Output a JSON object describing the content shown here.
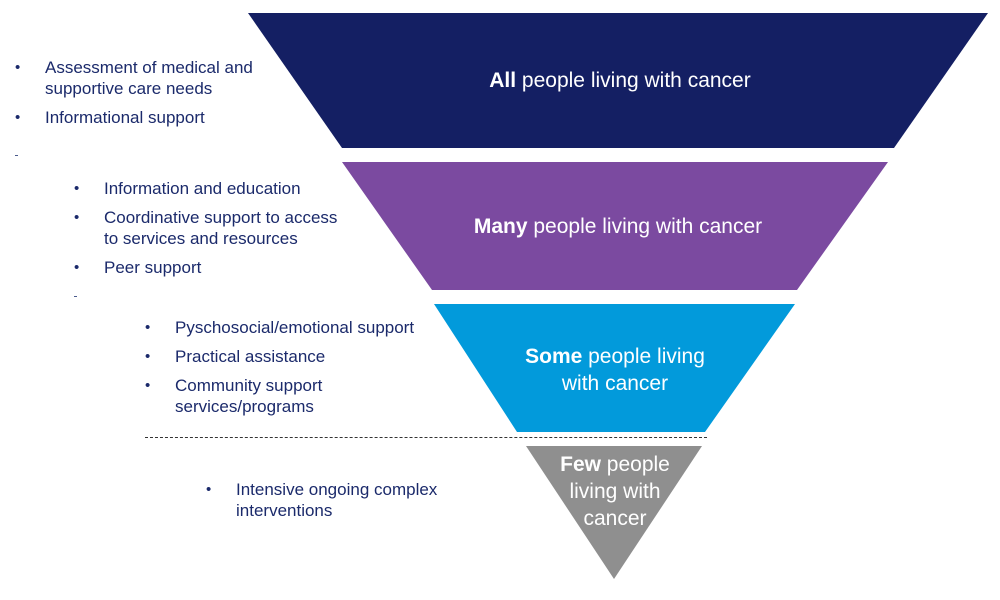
{
  "tiers": [
    {
      "bold": "All",
      "rest": " people living with cancer",
      "color": "#141f63"
    },
    {
      "bold": "Many",
      "rest": " people living with cancer",
      "color": "#7b4aa0"
    },
    {
      "bold": "Some",
      "rest": " people living with cancer",
      "color": "#029adb"
    },
    {
      "bold": "Few",
      "rest": " people living with cancer",
      "color": "#8f8f8f"
    }
  ],
  "lists": [
    [
      "Assessment of medical and supportive care needs",
      "Informational support"
    ],
    [
      "Information and education",
      "Coordinative support to access to services and resources",
      "Peer support"
    ],
    [
      "Pyschosocial/emotional support",
      "Practical assistance",
      "Community support services/programs"
    ],
    [
      "Intensive ongoing complex interventions"
    ]
  ]
}
